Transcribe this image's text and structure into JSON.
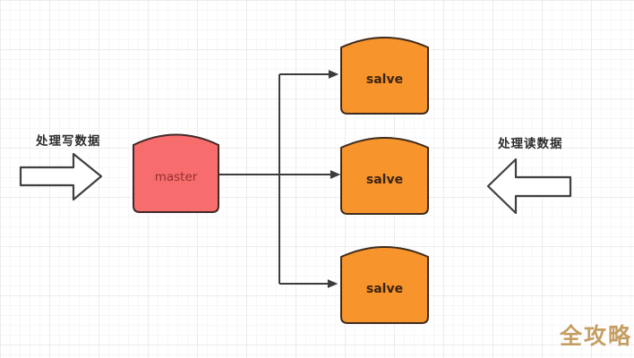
{
  "labels": {
    "write": "处理写数据",
    "read": "处理读数据"
  },
  "nodes": {
    "master": {
      "label": "master",
      "fill": "#f76d6d",
      "stroke": "#402a28",
      "text_color": "#962e2e"
    },
    "slaves": [
      {
        "label": "salve"
      },
      {
        "label": "salve"
      },
      {
        "label": "salve"
      }
    ],
    "slave_style": {
      "fill": "#f7942c",
      "stroke": "#3e2c1e",
      "text_color": "#3a2412"
    }
  },
  "connectors": {
    "color": "#3c3c3c"
  },
  "flow_arrows": {
    "fill": "#ffffff",
    "stroke": "#404040"
  },
  "watermark": {
    "text": "全攻略",
    "color": "#c59e63"
  }
}
